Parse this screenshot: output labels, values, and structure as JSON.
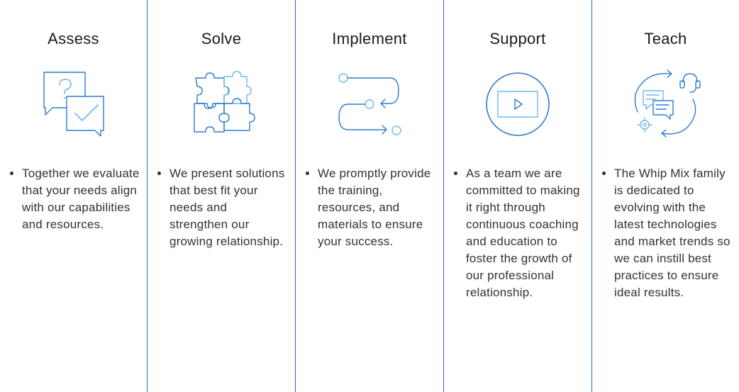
{
  "columns": [
    {
      "title": "Assess",
      "icon": "question-check-chat-icon",
      "text": "Together we evaluate that your needs align with our capabilities and resources."
    },
    {
      "title": "Solve",
      "icon": "puzzle-pieces-icon",
      "text": "We present solutions that best fit your needs and strengthen our growing relationship."
    },
    {
      "title": "Implement",
      "icon": "process-path-icon",
      "text": "We promptly provide the training, resources, and materials to ensure your success."
    },
    {
      "title": "Support",
      "icon": "video-play-circle-icon",
      "text": "As a team we are committed to making it right through continuous coaching and education to foster the growth of our professional relationship."
    },
    {
      "title": "Teach",
      "icon": "chat-headset-cycle-icon",
      "text": "The Whip Mix family is dedicated to evolving with the latest technologies and market trends so we can instill best practices to ensure ideal results."
    }
  ],
  "colors": {
    "divider": "#2a6ab5",
    "icon_dark": "#2f7bd0",
    "icon_light": "#6fb9ea"
  }
}
